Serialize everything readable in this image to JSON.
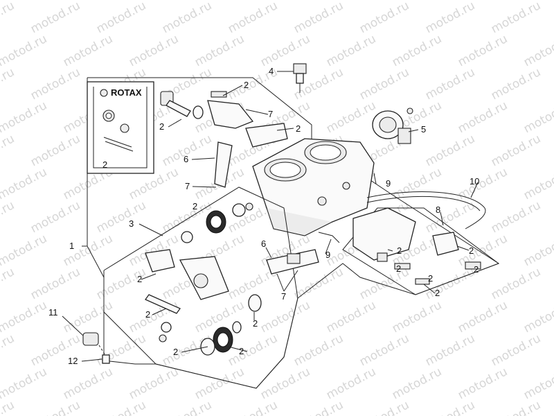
{
  "watermark": {
    "text": "motod.ru"
  },
  "kit_box": {
    "brand": "ROTAX",
    "callout": "2"
  },
  "callouts": {
    "c1": "1",
    "c2a": "2",
    "c2b": "2",
    "c2c": "2",
    "c2d": "2",
    "c2e": "2",
    "c2f": "2",
    "c2g": "2",
    "c2h": "2",
    "c2i": "2",
    "c2j": "2",
    "c2k": "2",
    "c2l": "2",
    "c2m": "2",
    "c2n": "2",
    "c2o": "2",
    "c3": "3",
    "c4": "4",
    "c5": "5",
    "c6a": "6",
    "c6b": "6",
    "c7a": "7",
    "c7b": "7",
    "c7c": "7",
    "c8": "8",
    "c9a": "9",
    "c9b": "9",
    "c10": "10",
    "c11": "11",
    "c12": "12"
  },
  "colors": {
    "line": "#222222",
    "watermark": "#d6d6d6",
    "background": "#ffffff"
  }
}
